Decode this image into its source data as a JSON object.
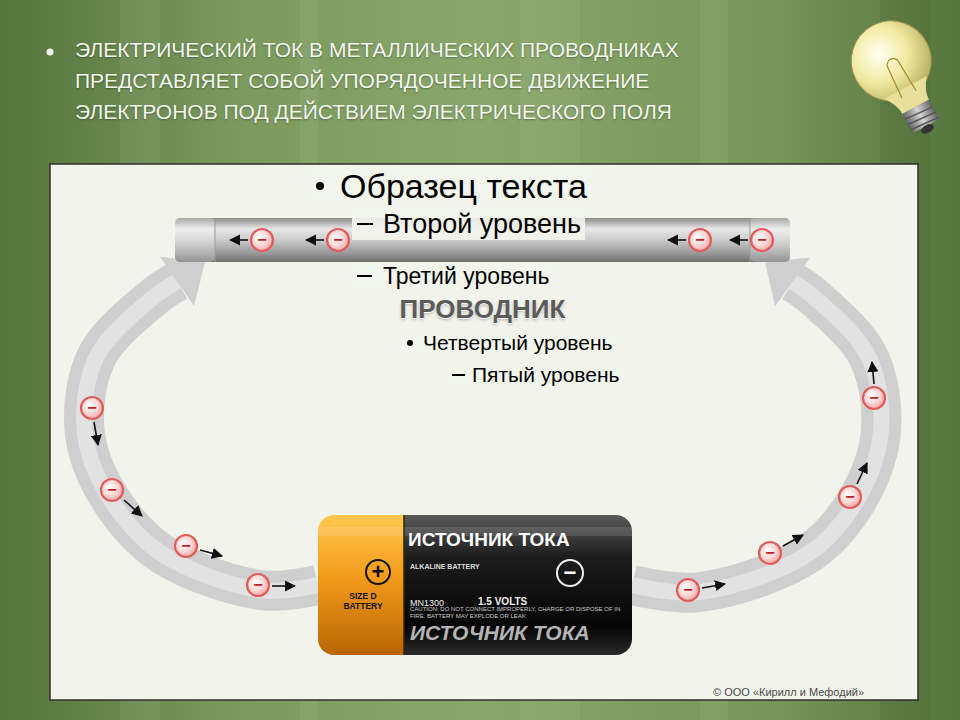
{
  "diagram": {
    "title": "ЭЛЕКТРИЧЕСКИЙ ТОК В МЕТАЛЛИЧЕСКИХ ПРОВОДНИКАХ ПРЕДСТАВЛЯЕТ СОБОЙ УПОРЯДОЧЕННОЕ ДВИЖЕНИЕ ЭЛЕКТРОНОВ ПОД ДЕЙСТВИЕМ ЭЛЕКТРИЧЕСКОГО ПОЛЯ",
    "nodes": [
      {
        "text": [
          "ПРОВОДНИК"
        ]
      },
      {
        "text": [
          "+",
          "SIZE D BATTERY",
          "ИСТОЧНИК ТОКА",
          "ALKALINE BATTERY",
          "−",
          "MN1300",
          "1.5 VOLTS",
          "CAUTION: DO NOT CONNECT IMPROPERLY, CHARGE OR DISPOSE OF IN FIRE. BATTERY MAY EXPLODE OR LEAK",
          "ИСТОЧНИК ТОКА"
        ]
      }
    ],
    "edges": [
      {
        "from": 1,
        "to": 0,
        "arrow": "to"
      },
      {
        "from": 1,
        "to": 0,
        "arrow": "to"
      }
    ],
    "labels": [
      "Образец текста",
      "Второй уровень",
      "Третий уровень",
      "Четвертый уровень",
      "Пятый уровень",
      "−",
      "−",
      "−",
      "−",
      "−",
      "−",
      "−",
      "−",
      "−",
      "−",
      "−",
      "−",
      "© ООО «Кирилл и Мефодий»"
    ]
  }
}
